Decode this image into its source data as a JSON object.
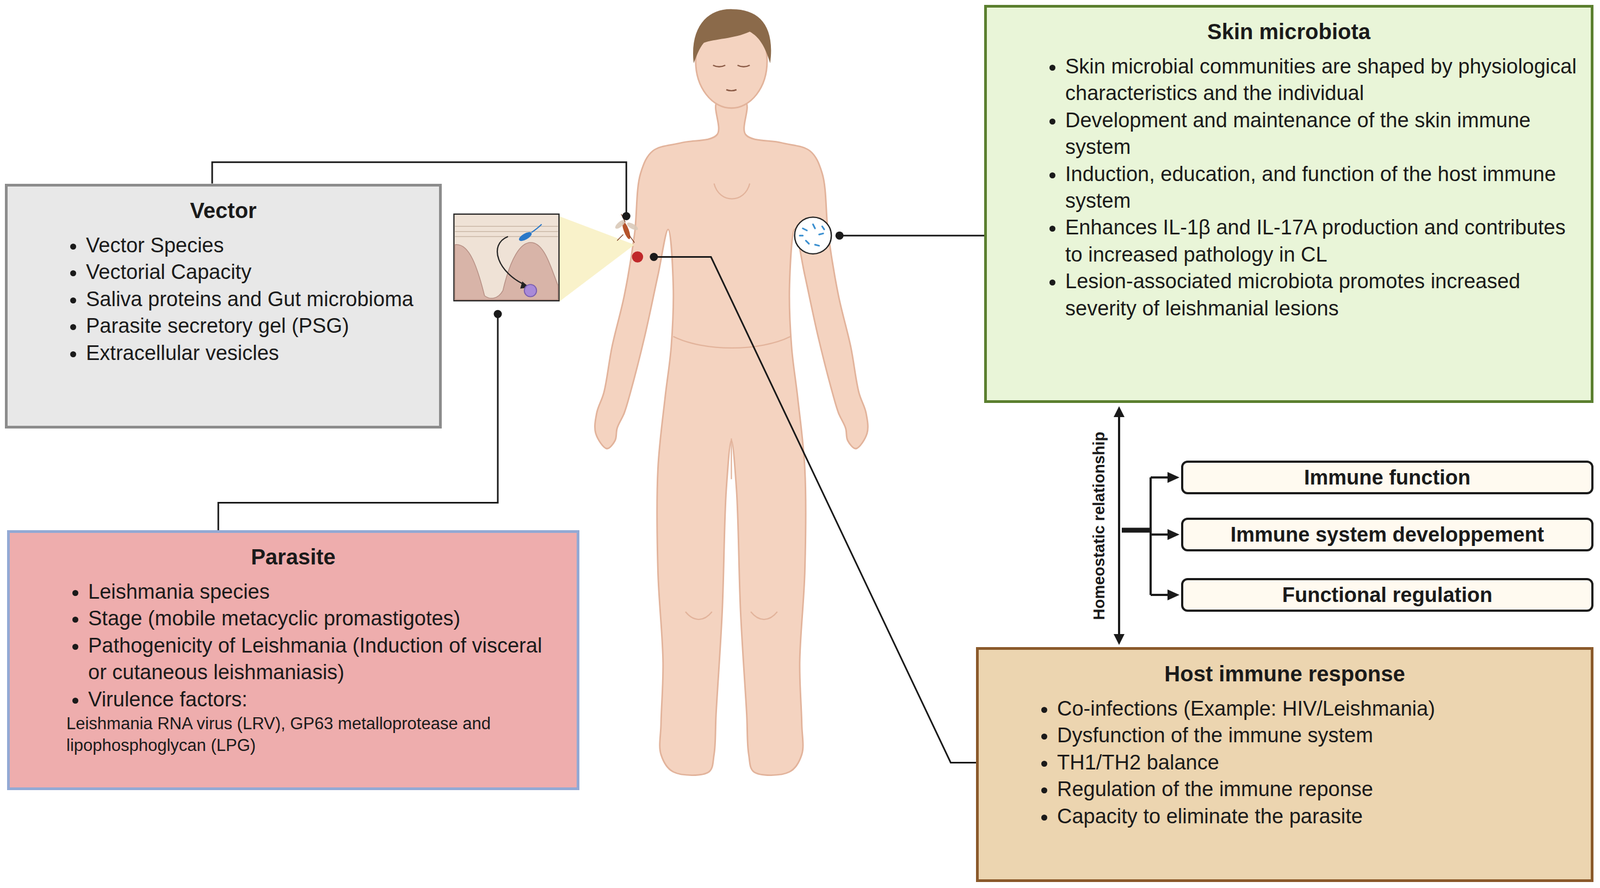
{
  "diagram": {
    "nodes": [
      {
        "text": [
          "Vector",
          "Vector Species",
          "Vectorial Capacity",
          "Saliva proteins and Gut microbioma",
          "Parasite secretory gel (PSG)",
          "Extracellular vesicles"
        ]
      },
      {
        "text": [
          "Parasite",
          "Leishmania species",
          "Stage (mobile metacyclic promastigotes)",
          "Pathogenicity of Leishmania (Induction of visceral or cutaneous leishmaniasis)",
          "Virulence factors:",
          "Leishmania RNA virus (LRV), GP63 metalloprotease and lipophosphoglycan (LPG)"
        ]
      },
      {
        "text": [
          "Skin microbiota",
          "Skin microbial communities are shaped by physiological characteristics and the individual",
          "Development and maintenance of the skin immune system",
          "Induction, education, and function of the host immune system",
          "Enhances IL-1β and IL-17A production and contributes to increased pathology in CL",
          "Lesion-associated microbiota promotes increased severity of leishmanial lesions"
        ]
      },
      {
        "text": [
          "Host immune response",
          "Co-infections (Example: HIV/Leishmania)",
          "Dysfunction of the immune system",
          "TH1/TH2 balance",
          "Regulation of the immune reponse",
          "Capacity to eliminate the parasite"
        ]
      },
      {
        "text": [
          "Immune function"
        ]
      },
      {
        "text": [
          "Immune system developpement"
        ]
      },
      {
        "text": [
          "Functional regulation"
        ]
      }
    ],
    "edges": [
      {
        "from": 2,
        "to": 3,
        "arrow": "both",
        "label": "Homeostatic relationship"
      }
    ]
  }
}
